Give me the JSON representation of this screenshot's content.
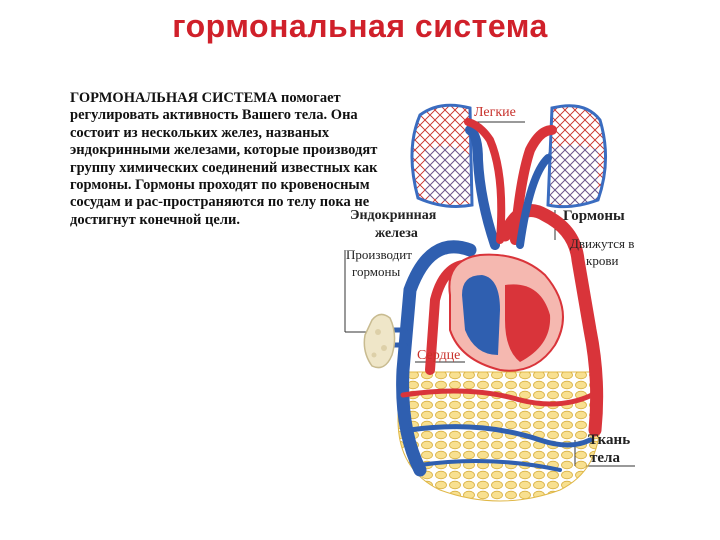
{
  "title": "гормональная система",
  "description": "ГОРМОНАЛЬНАЯ СИСТЕМА помогает регулировать активность Вашего тела. Она состоит из нескольких желез, названых эндокринными железами, которые производят группу химических соединений известных как гормоны. Гормоны проходят по кровеносным сосудам и рас-пространяются по телу пока не достигнут конечной цели.",
  "labels": {
    "lungs": "Легкие",
    "gland_line1": "Эндокринная",
    "gland_line2": "железа",
    "produces_line1": "Производит",
    "produces_line2": "гормоны",
    "hormones": "Гормоны",
    "move_line1": "Движутся в",
    "move_line2": "крови",
    "heart": "Сердце",
    "tissue_line1": "Ткань",
    "tissue_line2": "тела"
  },
  "colors": {
    "title": "#d0202a",
    "artery_red": "#d9343a",
    "vein_blue": "#2f5fb0",
    "tissue_yellow": "#f4d878",
    "gland": "#efe6c8"
  }
}
